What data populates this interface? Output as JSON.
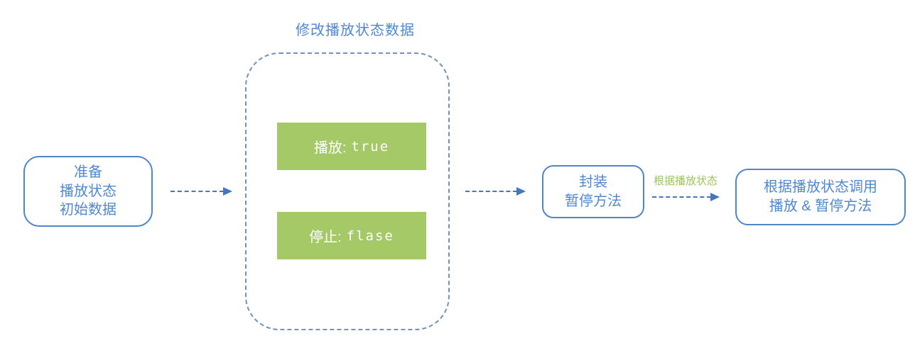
{
  "diagram": {
    "title": "修改播放状态数据",
    "prepare_box": {
      "lines": [
        "准备",
        "播放状态",
        "初始数据"
      ]
    },
    "state_boxes": [
      {
        "label": "播放:",
        "value": "true"
      },
      {
        "label": "停止:",
        "value": "flase"
      }
    ],
    "wrap_box": {
      "lines": [
        "封装",
        "暂停方法"
      ]
    },
    "flow_label": "根据播放状态",
    "call_box": {
      "lines": [
        "根据播放状态调用",
        "播放 & 暂停方法"
      ]
    },
    "colors": {
      "node_border_blue": "#4e86c6",
      "node_text_blue": "#4f88d2",
      "dashed_container_blue": "#7191be",
      "arrow_blue": "#4577be",
      "state_box_green": "#a4c966",
      "flow_label_green": "#9dc35c",
      "state_box_text": "#ffffff",
      "background": "#ffffff"
    }
  }
}
